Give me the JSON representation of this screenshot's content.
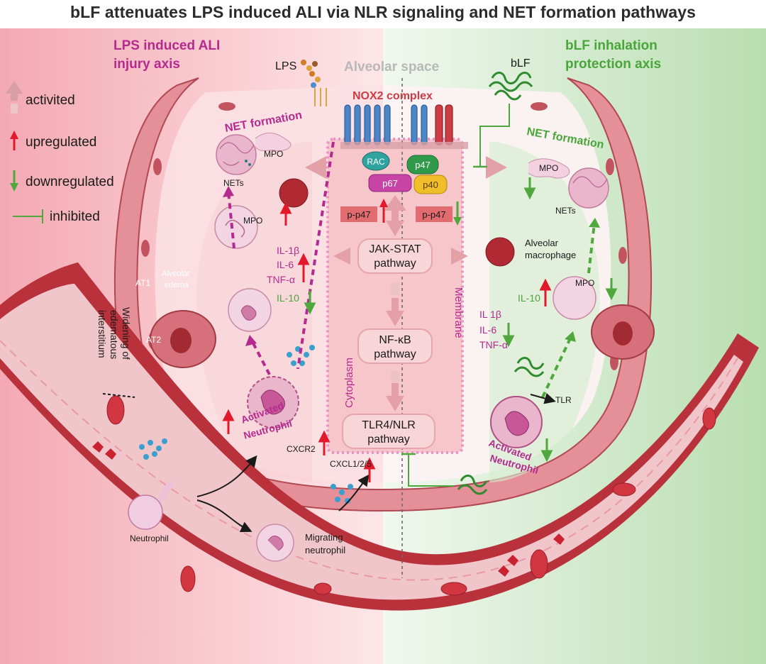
{
  "title": "bLF attenuates LPS induced ALI via NLR signaling and NET formation pathways",
  "left_axis": {
    "line1": "LPS induced ALI",
    "line2": "injury axis"
  },
  "right_axis": {
    "line1": "bLF inhalation",
    "line2": "protection axis"
  },
  "alveolar_space": "Alveolar space",
  "lps": "LPS",
  "blf": "bLF",
  "legend": {
    "activated": "activited",
    "upregulated": "upregulated",
    "downregulated": "downregulated",
    "inhibited": "inhibited"
  },
  "nox2": {
    "title": "NOX2 complex",
    "rac": "RAC",
    "p47": "p47",
    "p67": "p67",
    "p40": "p40",
    "pp47_left": "p-p47",
    "pp47_right": "p-p47"
  },
  "pathways": {
    "jak_l1": "JAK-STAT",
    "jak_l2": "pathway",
    "nfkb_l1": "NF-κB",
    "nfkb_l2": "pathway",
    "tlr_l1": "TLR4/NLR",
    "tlr_l2": "pathway"
  },
  "membrane": "Membrane",
  "cytoplasm": "Cytoplasm",
  "left": {
    "net_formation": "NET formation",
    "mpo_top": "MPO",
    "nets": "NETs",
    "mpo_mid": "MPO",
    "il1b": "IL-1β",
    "il6": "IL-6",
    "tnfa": "TNF-α",
    "il10": "IL-10",
    "at1": "AT1",
    "alveolar": "Alveolar",
    "edema": "edema",
    "at2": "AT2",
    "widening1": "Widening of",
    "widening2": "edematous",
    "widening3": "interstitium",
    "activated": "Activated",
    "neutrophil": "Neutrophil",
    "cxcr2": "CXCR2",
    "cxcl": "CXCL1/2/5",
    "neutrophil_free": "Neutrophil",
    "migrating1": "Migrating",
    "migrating2": "neutrophil"
  },
  "right": {
    "net_formation": "NET formation",
    "mpo_top": "MPO",
    "nets": "NETs",
    "alv_mac1": "Alveolar",
    "alv_mac2": "macrophage",
    "mpo_mid": "MPO",
    "il10": "IL-10",
    "il1b": "IL 1β",
    "il6": "IL-6",
    "tnfa": "TNF-α",
    "tlr": "TLR",
    "activated": "Activated",
    "neutrophil": "Neutrophil"
  },
  "colors": {
    "left_purple": "#b52a8f",
    "right_green": "#4aa53b",
    "up_red": "#e2192b",
    "down_green": "#4ea83e",
    "vessel_dark": "#9e2b35",
    "tissue": "#e49aa0",
    "pathway_box": "#f5c9cd"
  }
}
